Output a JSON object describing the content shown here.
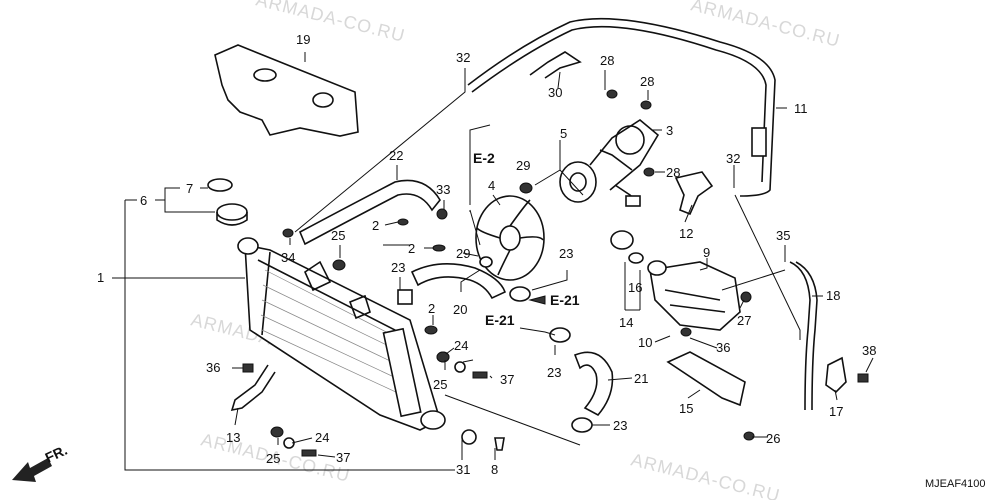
{
  "diagram": {
    "code": "MJEAF4100",
    "front_label": "FR.",
    "watermarks": [
      "ARMADA-CO.RU",
      "ARMADA-CO.RU",
      "ARMADA-CO.RU",
      "ARMADA-CO.RU",
      "ARMADA-CO.RU"
    ],
    "refs": [
      "E-2",
      "E-21",
      "E-21"
    ],
    "callouts": [
      "1",
      "2",
      "2",
      "2",
      "3",
      "4",
      "5",
      "6",
      "7",
      "8",
      "9",
      "10",
      "11",
      "12",
      "13",
      "14",
      "15",
      "16",
      "17",
      "18",
      "19",
      "20",
      "21",
      "22",
      "23",
      "23",
      "23",
      "23",
      "24",
      "24",
      "25",
      "25",
      "25",
      "26",
      "27",
      "28",
      "28",
      "28",
      "29",
      "29",
      "30",
      "31",
      "32",
      "32",
      "33",
      "34",
      "35",
      "36",
      "36",
      "37",
      "37",
      "38"
    ]
  }
}
